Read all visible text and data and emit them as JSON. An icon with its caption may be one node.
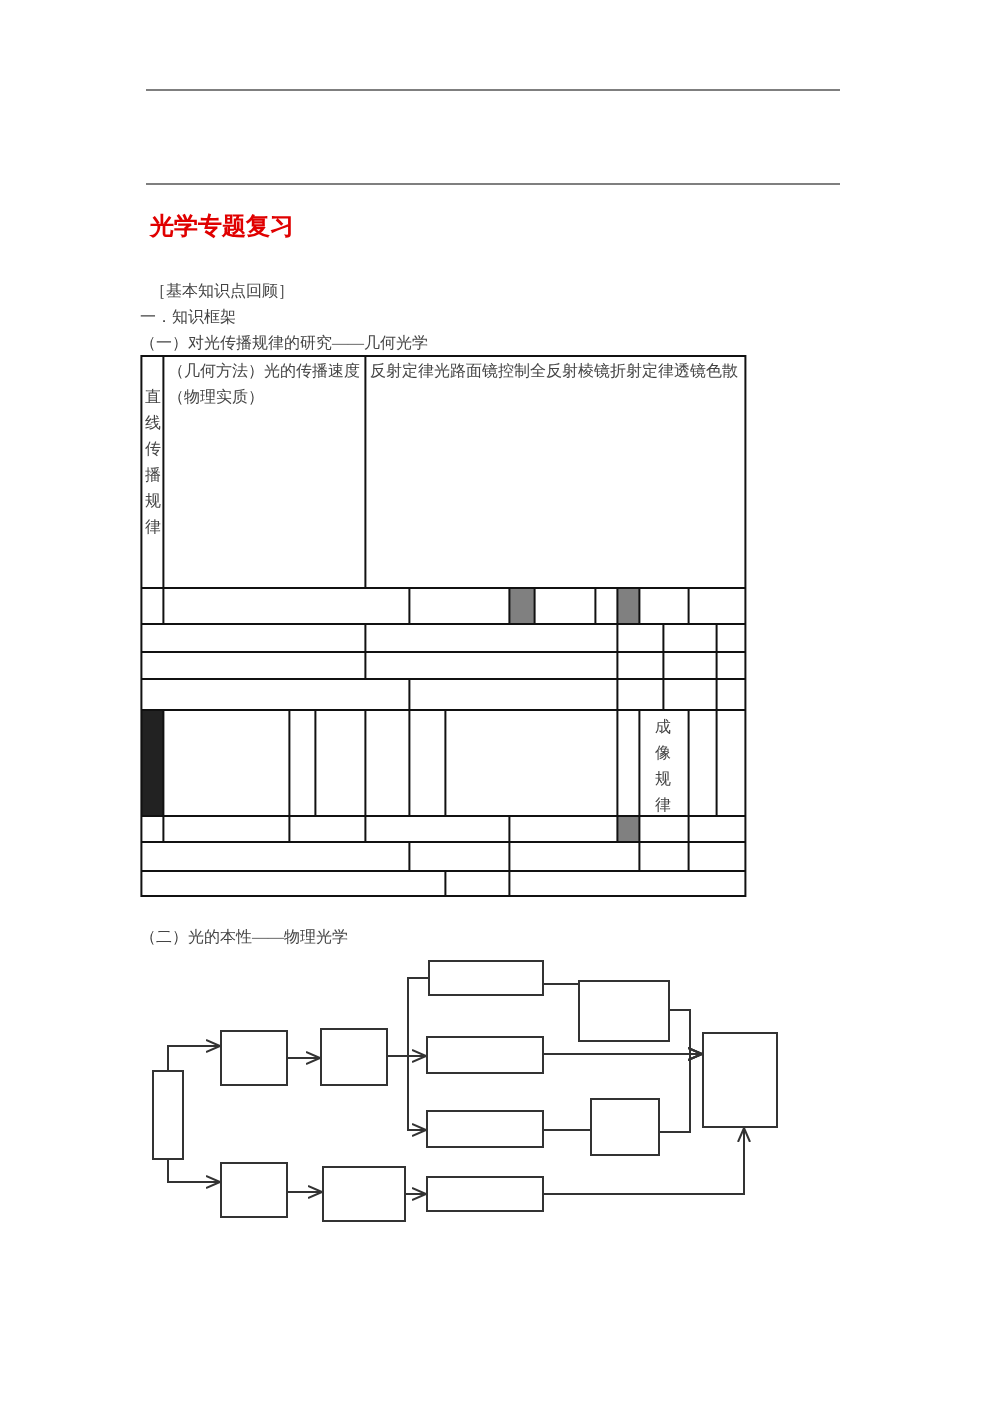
{
  "diagram": {
    "title": "光学专题复习",
    "nodes": [
      {
        "text": [],
        "shape": "box"
      },
      {
        "text": [],
        "shape": "box"
      },
      {
        "text": [],
        "shape": "box"
      },
      {
        "text": [],
        "shape": "box"
      },
      {
        "text": [],
        "shape": "box"
      },
      {
        "text": [],
        "shape": "box"
      },
      {
        "text": [],
        "shape": "box"
      },
      {
        "text": [],
        "shape": "box"
      },
      {
        "text": [],
        "shape": "box"
      },
      {
        "text": [],
        "shape": "box"
      },
      {
        "text": [],
        "shape": "box"
      },
      {
        "text": [],
        "shape": "box"
      }
    ],
    "edges": [
      {
        "from": 0,
        "to": 1,
        "arrow": "to"
      },
      {
        "from": 0,
        "to": 3,
        "arrow": "to"
      },
      {
        "from": 1,
        "to": 2,
        "arrow": "to"
      },
      {
        "from": 2,
        "to": 5,
        "arrow": "none"
      },
      {
        "from": 2,
        "to": 6,
        "arrow": "to"
      },
      {
        "from": 2,
        "to": 7,
        "arrow": "to"
      },
      {
        "from": 3,
        "to": 4,
        "arrow": "to"
      },
      {
        "from": 4,
        "to": 8,
        "arrow": "to"
      },
      {
        "from": 5,
        "to": 9,
        "arrow": "none"
      },
      {
        "from": 6,
        "to": 11,
        "arrow": "to"
      },
      {
        "from": 7,
        "to": 10,
        "arrow": "none"
      },
      {
        "from": 9,
        "to": 11,
        "arrow": "to"
      },
      {
        "from": 10,
        "to": 11,
        "arrow": "to"
      },
      {
        "from": 8,
        "to": 11,
        "arrow": "to"
      }
    ],
    "labels": [
      "［基本知识点回顾］",
      "一．知识框架",
      "（一）对光传播规律的研究——几何光学",
      "直线传播规律",
      "（几何方法）光的传播速度（物理实质）",
      "反射定律光路面镜控制全反射棱镜折射定律透镜色散",
      "成像规律",
      "（二）光的本性——物理光学"
    ]
  }
}
